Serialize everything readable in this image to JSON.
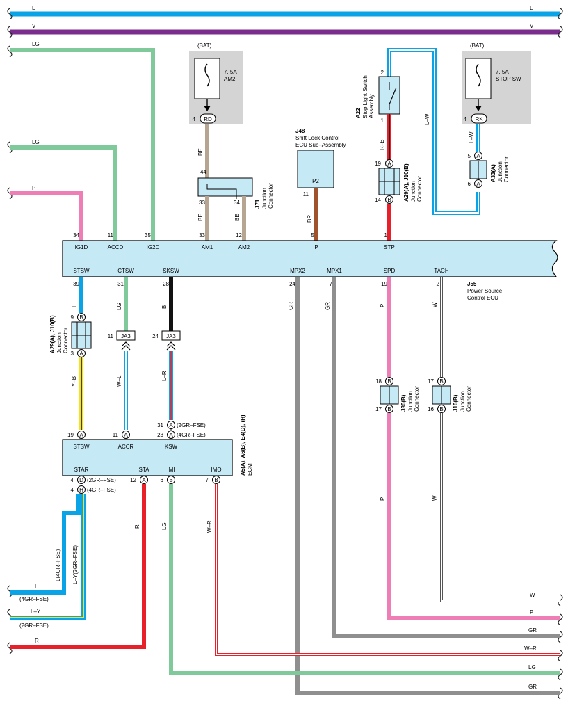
{
  "wire_colors": {
    "L": "#0aa4e6",
    "V": "#7b2d8e",
    "LG": "#7fc99a",
    "P": "#ef7eb6",
    "BE": "#b6a691",
    "BR": "#a0522d",
    "RB_red": "#e8202a",
    "B": "#111111",
    "GR": "#8f8f90",
    "W": "#ffffff",
    "Y": "#f5e21c",
    "ecu_fill": "#c6e9f6",
    "fuse_bg": "#d4d4d4"
  },
  "edge_labels": {
    "top_L": "L",
    "top_V": "V",
    "left_LG1": "LG",
    "left_LG2": "LG",
    "left_P": "P",
    "bot_L": "L",
    "bot_L_sub": "(4GR–FSE)",
    "bot_LY": "L–Y",
    "bot_LY_sub": "(2GR–FSE)",
    "bot_R": "R",
    "right_W": "W",
    "right_P": "P",
    "right_GR1": "GR",
    "right_WR": "W–R",
    "right_LG": "LG",
    "right_GR2": "GR"
  },
  "fuse_am2": {
    "bat": "(BAT)",
    "rating": "7. 5A",
    "name": "AM2",
    "pin": "4",
    "conn": "RD",
    "wire": "BE"
  },
  "fuse_stop": {
    "bat": "(BAT)",
    "rating": "7. 5A",
    "name": "STOP SW",
    "pin": "4",
    "conn": "RK",
    "wire": "L–W"
  },
  "j71": {
    "code": "J71",
    "desc1": "Junction",
    "desc2": "Connector",
    "pin44": "44",
    "pin33": "33",
    "pin34": "34",
    "w1": "BE",
    "w2": "BE"
  },
  "j48": {
    "code": "J48",
    "desc1": "Shift Lock Control",
    "desc2": "ECU Sub–Assembly",
    "term": "P2",
    "pin": "11",
    "wire": "BR"
  },
  "a22": {
    "code": "A22",
    "desc1": "Stop Light Switch",
    "desc2": "Assembly",
    "pin2": "2",
    "pin1": "1",
    "wire": "R–B"
  },
  "a29_top": {
    "code": "A29(A), J10(B)",
    "desc1": "Junction",
    "desc2": "Connector",
    "pinA": "19",
    "connA": "A",
    "pinB": "14",
    "connB": "B"
  },
  "a33": {
    "code": "A33(A)",
    "desc1": "Junction",
    "desc2": "Connector",
    "pin5": "5",
    "pin6": "6",
    "conn": "A",
    "wire": "L–W"
  },
  "j55": {
    "code": "J55",
    "desc1": "Power Source",
    "desc2": "Control ECU",
    "top_terms": [
      "IG1D",
      "ACCD",
      "IG2D",
      "AM1",
      "AM2",
      "P",
      "STP"
    ],
    "top_pins": [
      "34",
      "11",
      "35",
      "33",
      "12",
      "5",
      "1"
    ],
    "top_wires": [
      "P",
      "LG",
      "LG",
      "BE",
      "BE",
      "BR",
      ""
    ],
    "bot_terms": [
      "STSW",
      "CTSW",
      "SKSW",
      "MPX2",
      "MPX1",
      "SPD",
      "TACH"
    ],
    "bot_pins": [
      "39",
      "31",
      "28",
      "24",
      "7",
      "19",
      "2"
    ],
    "bot_wires": [
      "L",
      "LG",
      "B",
      "GR",
      "GR",
      "P",
      "W"
    ]
  },
  "a29_left": {
    "code": "A29(A), J10(B)",
    "desc1": "Junction",
    "desc2": "Connector",
    "pinTop": "9",
    "connTop": "B",
    "pinBot": "3",
    "connBot": "A",
    "wire": "Y–B"
  },
  "ja3": {
    "name": "JA3",
    "pin_c": "11",
    "pin_s": "24",
    "wire_c": "W–L",
    "wire_s": "L–R"
  },
  "j80": {
    "code": "J80(B)",
    "desc1": "Junction",
    "desc2": "Connector",
    "pinTop": "18",
    "pinBot": "17",
    "conn": "B",
    "wire": "P"
  },
  "j10": {
    "code": "J10(B)",
    "desc1": "Junction",
    "desc2": "Connector",
    "pinTop": "17",
    "pinBot": "16",
    "conn": "B",
    "wire": "W"
  },
  "ecm": {
    "code": "A5(A), A6(B), E4(D), (H)",
    "desc": "ECM",
    "top_terms": [
      "STSW",
      "ACCR",
      "KSW"
    ],
    "top_pins": [
      "19",
      "11",
      "31",
      "23"
    ],
    "top_conns": [
      "A",
      "A",
      "A",
      "A"
    ],
    "ksw_notes": [
      "(2GR–FSE)",
      "(4GR–FSE)"
    ],
    "bot_terms": [
      "STAR",
      "STA",
      "IMI",
      "IMO"
    ],
    "star_pins": [
      "4",
      "4"
    ],
    "star_conns": [
      "D",
      "H"
    ],
    "star_notes": [
      "(2GR–FSE)",
      "(4GR–FSE)"
    ],
    "sta_pin": "12",
    "sta_conn": "A",
    "imi_pin": "6",
    "imi_conn": "B",
    "imo_pin": "7",
    "imo_conn": "B",
    "wires": {
      "star_l": "L(4GR–FSE)",
      "star_ly": "L–Y(2GR–FSE)",
      "sta": "R",
      "imi": "LG",
      "imo": "W–R"
    }
  }
}
